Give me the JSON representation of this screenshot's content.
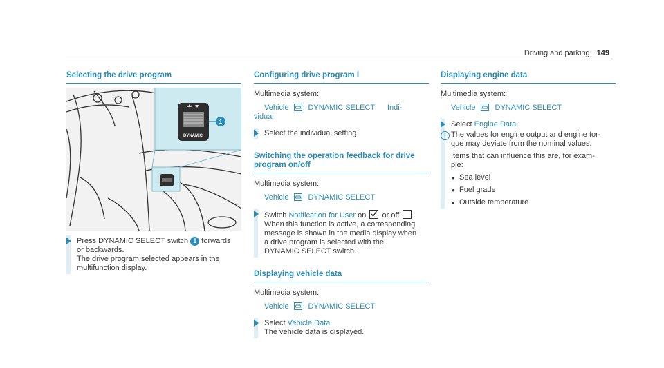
{
  "header": {
    "section": "Driving and parking",
    "page": "149"
  },
  "col1": {
    "title": "Selecting the drive program",
    "figure": {
      "button_label": "DYNAMIC",
      "callout": "1"
    },
    "step_lines": [
      "Press DYNAMIC SELECT switch",
      "forwards",
      "or backwards.",
      "The drive program selected appears in the",
      "multifunction display."
    ],
    "step_marker": "1"
  },
  "col2": {
    "s1": {
      "title": "Configuring drive program I",
      "system": "Multimedia system:",
      "path_vehicle": "Vehicle",
      "path_item": "DYNAMIC SELECT",
      "path_item2": "Indi-",
      "path_item2b": "vidual",
      "step": "Select the individual setting."
    },
    "s2": {
      "title_l1": "Switching the operation feedback for drive",
      "title_l2": "program on/off",
      "system": "Multimedia system:",
      "path_vehicle": "Vehicle",
      "path_item": "DYNAMIC SELECT",
      "step_pre": "Switch",
      "step_link": "Notification for User",
      "step_on": "on",
      "step_or": "or off",
      "step_lines": [
        "When this function is active, a corresponding",
        "message is shown in the media display when",
        "a drive program is selected with the",
        "DYNAMIC SELECT switch."
      ]
    },
    "s3": {
      "title": "Displaying vehicle data",
      "system": "Multimedia system:",
      "path_vehicle": "Vehicle",
      "path_item": "DYNAMIC SELECT",
      "step_pre": "Select",
      "step_link": "Vehicle Data",
      "step_line2": "The vehicle data is displayed."
    }
  },
  "col3": {
    "title": "Displaying engine data",
    "system": "Multimedia system:",
    "path_vehicle": "Vehicle",
    "path_item": "DYNAMIC SELECT",
    "step_pre": "Select",
    "step_link": "Engine Data",
    "info_lines": [
      "The values for engine output and engine tor-",
      "que may deviate from the nominal values.",
      "Items that can influence this are, for exam-",
      "ple:"
    ],
    "bullets": [
      "Sea level",
      "Fuel grade",
      "Outside temperature"
    ]
  },
  "colors": {
    "accent": "#2a8db8",
    "highlight_box": "#cdeaf0",
    "step_bar": "#dfeef5"
  }
}
